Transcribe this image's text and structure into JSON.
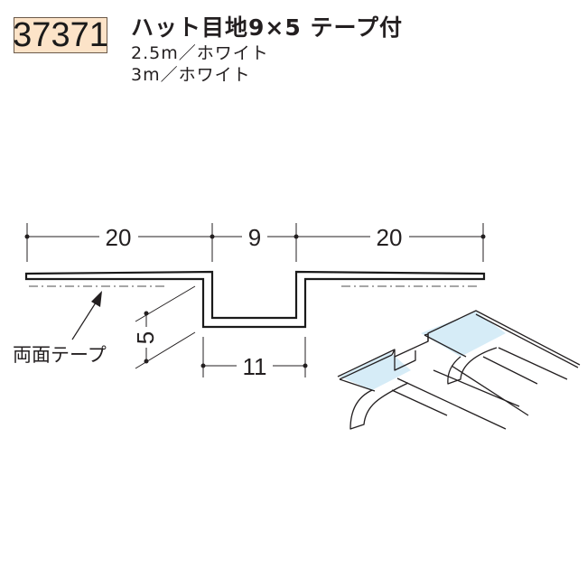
{
  "product": {
    "code": "37371",
    "name": "ハット目地9×5 テープ付",
    "variants": [
      "2.5m／ホワイト",
      "3m／ホワイト"
    ],
    "badge_color": "#fce3c8"
  },
  "drawing": {
    "dimensions": {
      "left_flange": "20",
      "channel_opening": "9",
      "right_flange": "20",
      "depth": "5",
      "channel_outer_width": "11"
    },
    "labels": {
      "tape_label": "両面テープ"
    },
    "tape_color": "#d6ecf7"
  }
}
